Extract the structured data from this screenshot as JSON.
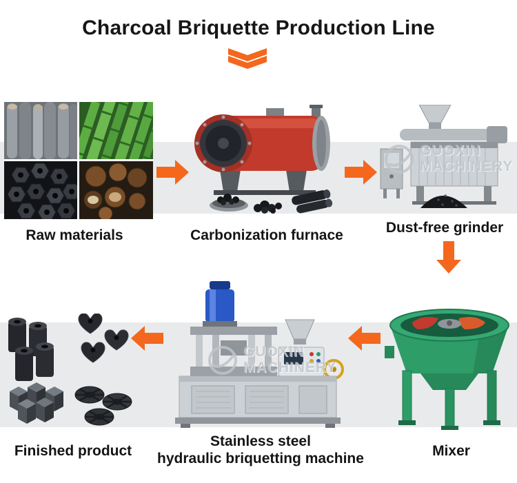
{
  "title": "Charcoal Briquette Production Line",
  "watermark": {
    "line1": "GUOXIN",
    "line2": "MACHINERY"
  },
  "stages": {
    "raw_materials": {
      "label": "Raw materials"
    },
    "carbonization_furnace": {
      "label": "Carbonization furnace"
    },
    "dust_free_grinder": {
      "label": "Dust-free grinder"
    },
    "mixer": {
      "label": "Mixer"
    },
    "briquetting_machine": {
      "label_line1": "Stainless steel",
      "label_line2": "hydraulic briquetting machine"
    },
    "finished_product": {
      "label": "Finished product"
    }
  },
  "flow_order": [
    "Raw materials",
    "Carbonization furnace",
    "Dust-free grinder",
    "Mixer",
    "Stainless steel hydraulic briquetting machine",
    "Finished product"
  ],
  "colors": {
    "arrow_orange": "#f4671d",
    "furnace_red": "#c23a2c",
    "mixer_green": "#2e9d68",
    "hydraulic_blue": "#2a58c6",
    "band_gray": "#e9eaeb",
    "watermark_gray": "#c3c8cd"
  }
}
